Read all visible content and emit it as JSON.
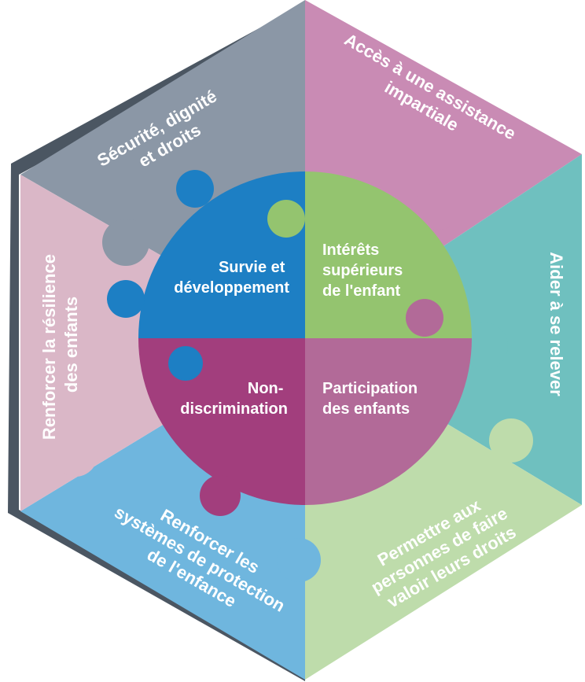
{
  "outer_segments": [
    {
      "id": "top-left",
      "lines": [
        "Sécurité, dignité",
        "et droits"
      ],
      "color": "#8b97a6"
    },
    {
      "id": "top-right",
      "lines": [
        "Accès à une assistance",
        "impartiale"
      ],
      "color": "#c98bb4"
    },
    {
      "id": "right",
      "lines": [
        "Aider à se relever"
      ],
      "color": "#6fc0bf"
    },
    {
      "id": "bottom-right",
      "lines": [
        "Permettre aux",
        "personnes de faire",
        "valoir leurs droits"
      ],
      "color": "#bedcab"
    },
    {
      "id": "bottom-left",
      "lines": [
        "Renforcer les",
        "systèmes de protection",
        "de l'enfance"
      ],
      "color": "#6fb6de"
    },
    {
      "id": "left",
      "lines": [
        "Renforcer la résilience",
        "des enfants"
      ],
      "color": "#dab7c7"
    }
  ],
  "inner_segments": [
    {
      "id": "top-left",
      "lines": [
        "Survie et",
        "développement"
      ],
      "color": "#1d7fc4"
    },
    {
      "id": "top-right",
      "lines": [
        "Intérêts",
        "supérieurs",
        "de l'enfant"
      ],
      "color": "#94c46f"
    },
    {
      "id": "bottom-right",
      "lines": [
        "Participation",
        "des enfants"
      ],
      "color": "#b26a98"
    },
    {
      "id": "bottom-left",
      "lines": [
        "Non-",
        "discrimination"
      ],
      "color": "#a23e7d"
    }
  ],
  "colors": {
    "frame": "#4b5662"
  }
}
